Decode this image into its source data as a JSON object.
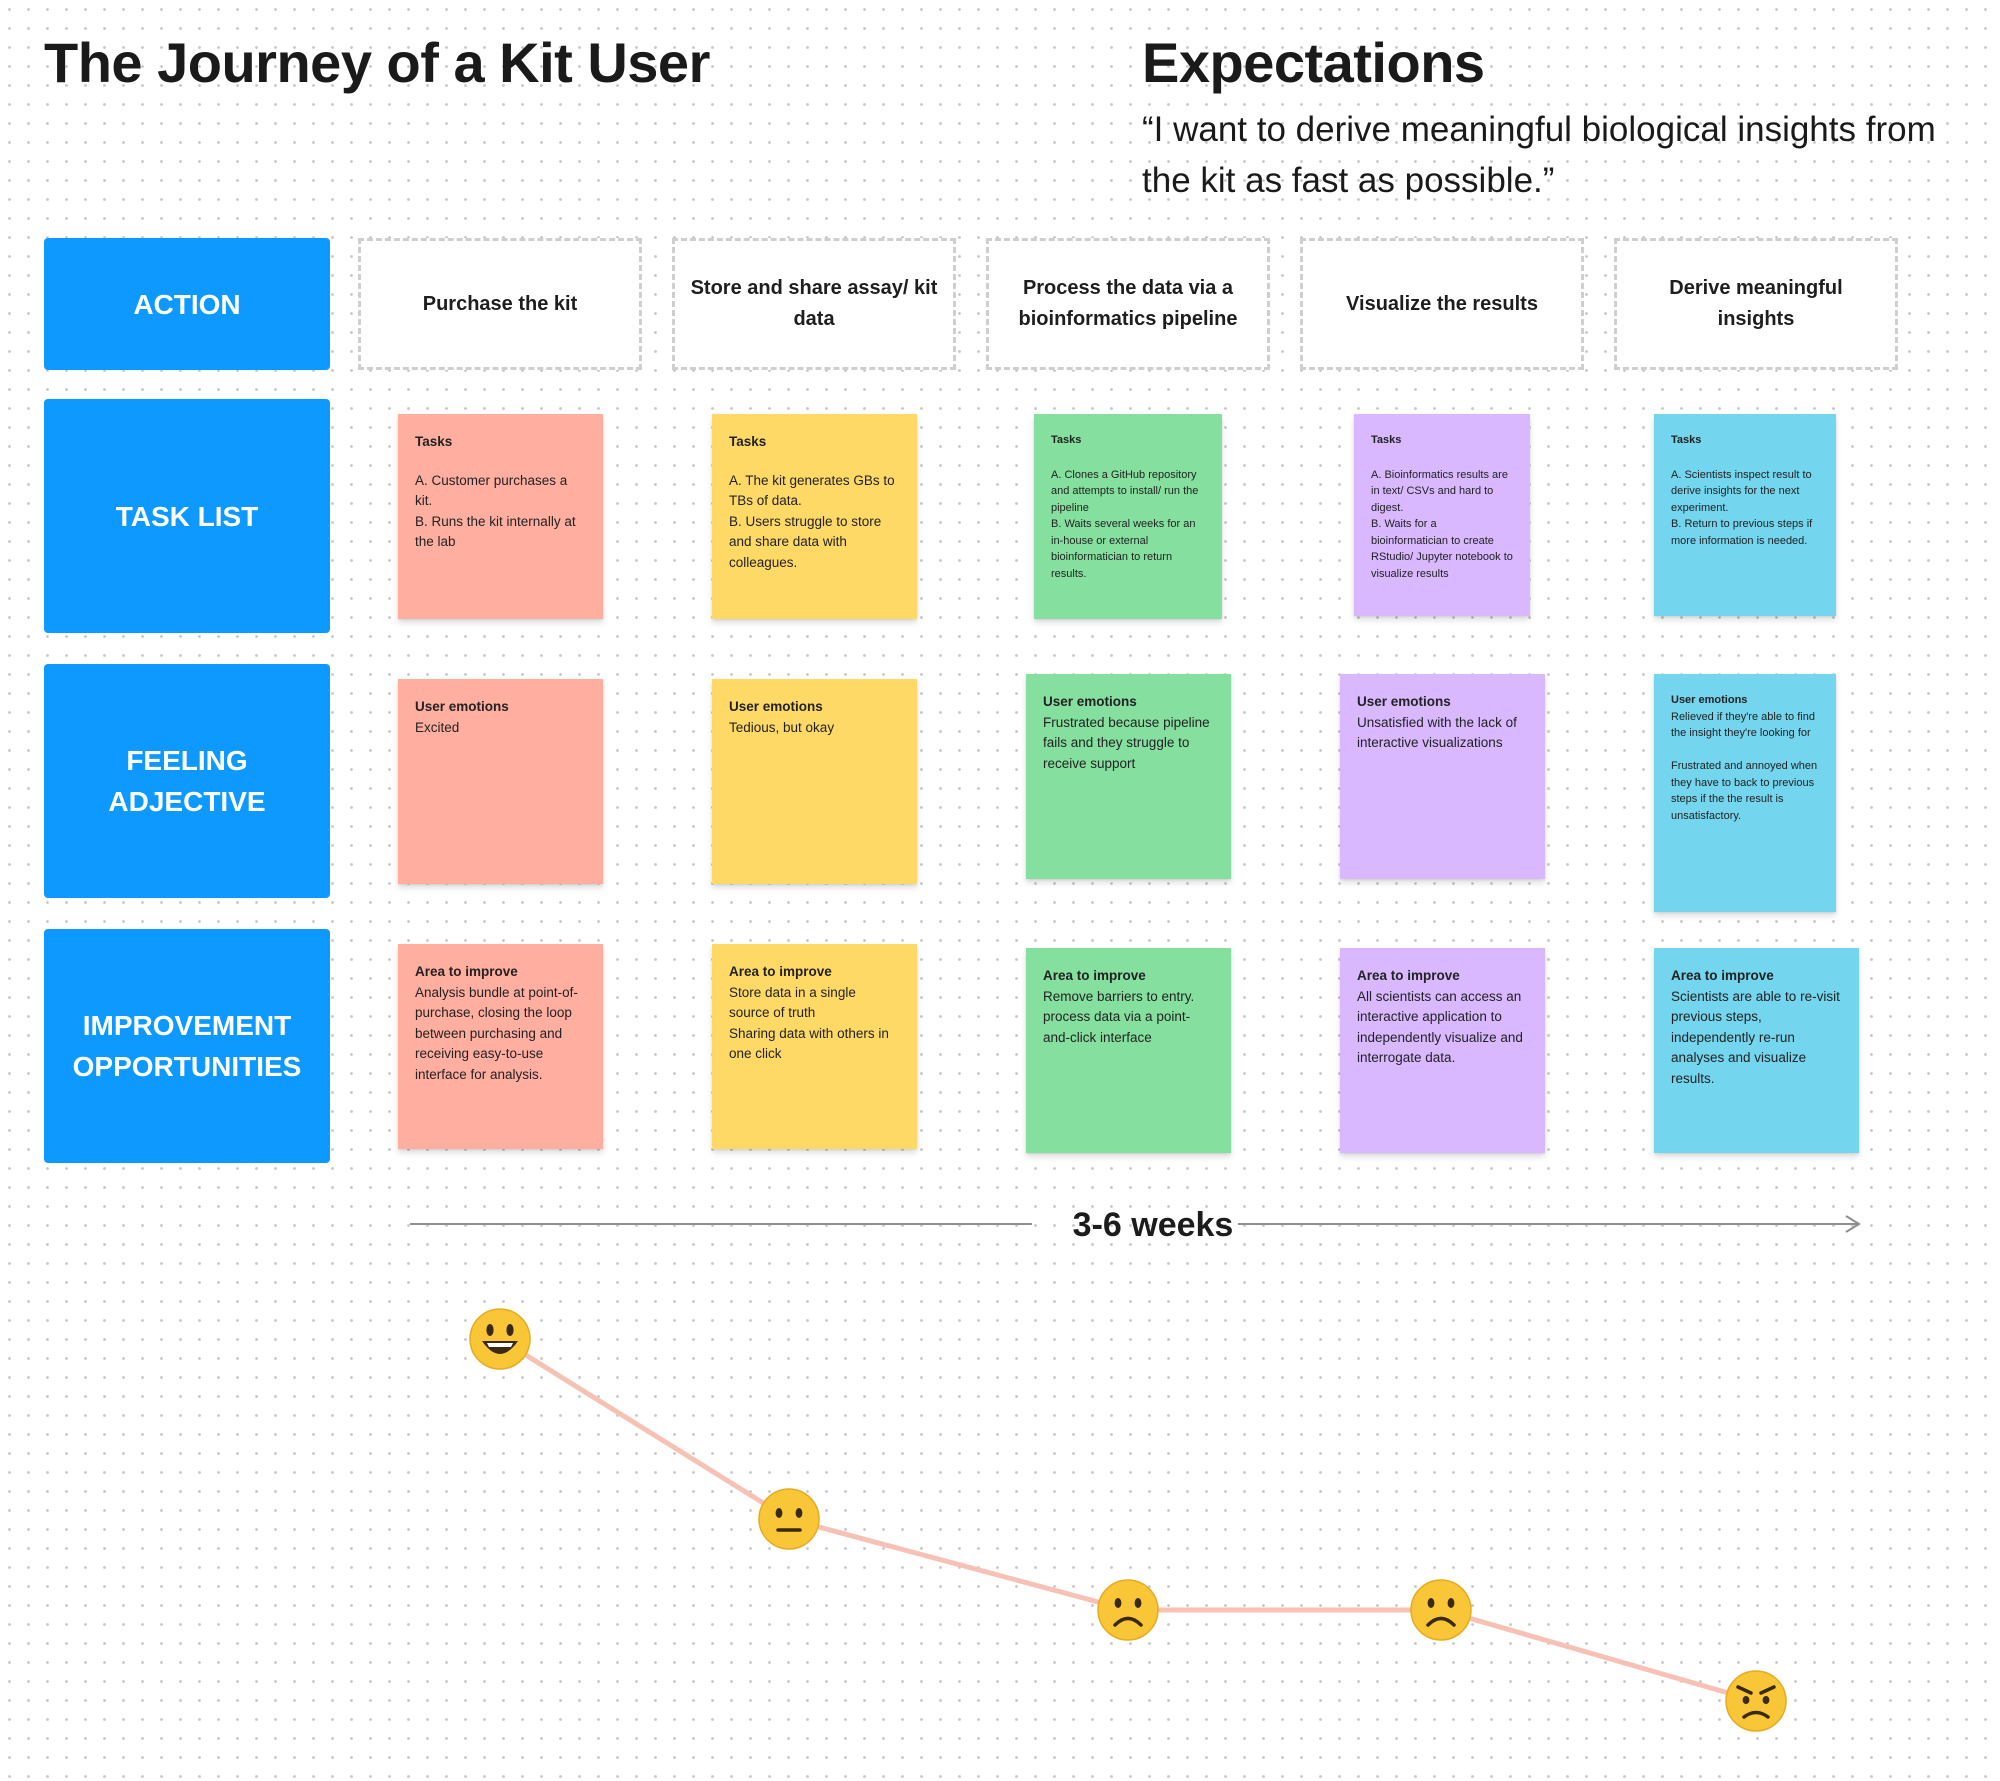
{
  "title": "The Journey of a Kit User",
  "expectations": {
    "title": "Expectations",
    "quote": "“I want to derive meaningful biological insights from the kit as fast as possible.”"
  },
  "rows": {
    "action": "ACTION",
    "task_list": "TASK LIST",
    "feeling": "FEELING\nADJECTIVE",
    "improvement": "IMPROVEMENT\nOPPORTUNITIES"
  },
  "steps": [
    {
      "action": "Purchase the kit",
      "tasks_heading": "Tasks",
      "tasks": "A. Customer purchases a kit.\nB. Runs the kit internally at the lab",
      "emotions_heading": "User emotions",
      "emotions": "Excited",
      "improve_heading": "Area to improve",
      "improve": "Analysis bundle at point-of-purchase, closing the loop between purchasing and receiving easy-to-use interface for analysis.",
      "color": "#ffaea0",
      "mood": "grinning-face"
    },
    {
      "action": "Store and share assay/ kit data",
      "tasks_heading": "Tasks",
      "tasks": "A. The kit generates GBs to TBs of data.\nB. Users struggle to store and share data with colleagues.",
      "emotions_heading": "User emotions",
      "emotions": "Tedious, but okay",
      "improve_heading": "Area to improve",
      "improve": "Store data in a single source of truth\nSharing data with others in one click",
      "color": "#ffd966",
      "mood": "neutral-face"
    },
    {
      "action": "Process the data via a bioinformatics pipeline",
      "tasks_heading": "Tasks",
      "tasks": "A. Clones a GitHub repository and attempts to install/ run the pipeline\nB. Waits several weeks for an in-house or external bioinformatician to return results.",
      "emotions_heading": "User emotions",
      "emotions": "Frustrated because pipeline fails and they struggle to receive support",
      "improve_heading": "Area to improve",
      "improve": "Remove barriers to entry. process data via a point-and-click interface",
      "color": "#85e09f",
      "mood": "frowning-face"
    },
    {
      "action": "Visualize the results",
      "tasks_heading": "Tasks",
      "tasks": "A. Bioinformatics results are in text/ CSVs and hard to digest.\nB. Waits for a bioinformatician to create RStudio/ Jupyter notebook to visualize results",
      "emotions_heading": "User emotions",
      "emotions": "Unsatisfied with the lack of interactive visualizations",
      "improve_heading": "Area to improve",
      "improve": "All scientists can access an interactive application to independently visualize and interrogate data.",
      "color": "#d9b8ff",
      "mood": "frowning-face"
    },
    {
      "action": "Derive meaningful insights",
      "tasks_heading": "Tasks",
      "tasks": "A. Scientists inspect result to derive insights for the next experiment.\nB. Return to previous steps if more information is needed.",
      "emotions_heading": "User emotions",
      "emotions": "Relieved if they're able to find the insight they're looking for\n\nFrustrated and annoyed when they have to back to previous steps if the the result is unsatisfactory.",
      "improve_heading": "Area to improve",
      "improve": "Scientists are able to re-visit previous steps, independently re-run analyses and visualize results.",
      "color": "#73d5ee",
      "mood": "angry-face"
    }
  ],
  "timeline": {
    "label": "3-6 weeks"
  },
  "colors": {
    "row_label_bg": "#0d99ff",
    "mood_line": "#f7c1b5",
    "emoji_face": "#f9c637"
  }
}
